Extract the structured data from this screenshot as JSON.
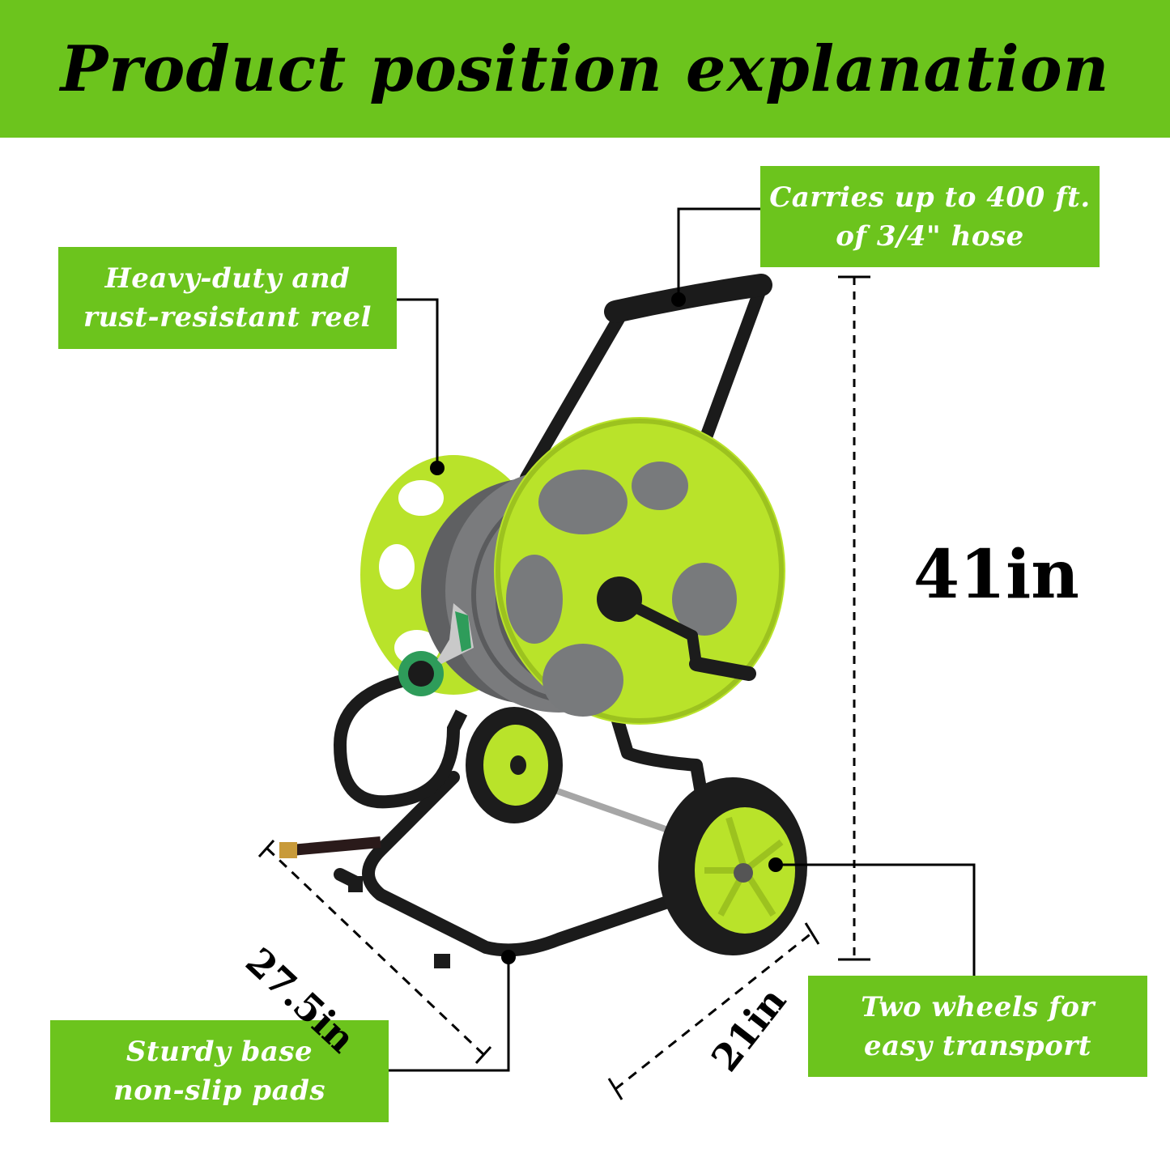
{
  "header": {
    "title": "Product position explanation"
  },
  "callouts": {
    "reel": {
      "line1": "Heavy-duty and",
      "line2": "rust-resistant reel"
    },
    "capacity": {
      "line1": "Carries up to 400 ft.",
      "line2": "of 3/4\" hose"
    },
    "wheels": {
      "line1": "Two wheels for",
      "line2": "easy transport"
    },
    "base": {
      "line1": "Sturdy base",
      "line2": "non-slip pads"
    }
  },
  "dimensions": {
    "height": "41in",
    "depth": "27.5in",
    "width": "21in"
  },
  "colors": {
    "banner_green": "#6cc41d",
    "reel_lime": "#b9e32a",
    "frame_black": "#1b1b1b",
    "hose_gray": "#6f7072"
  }
}
